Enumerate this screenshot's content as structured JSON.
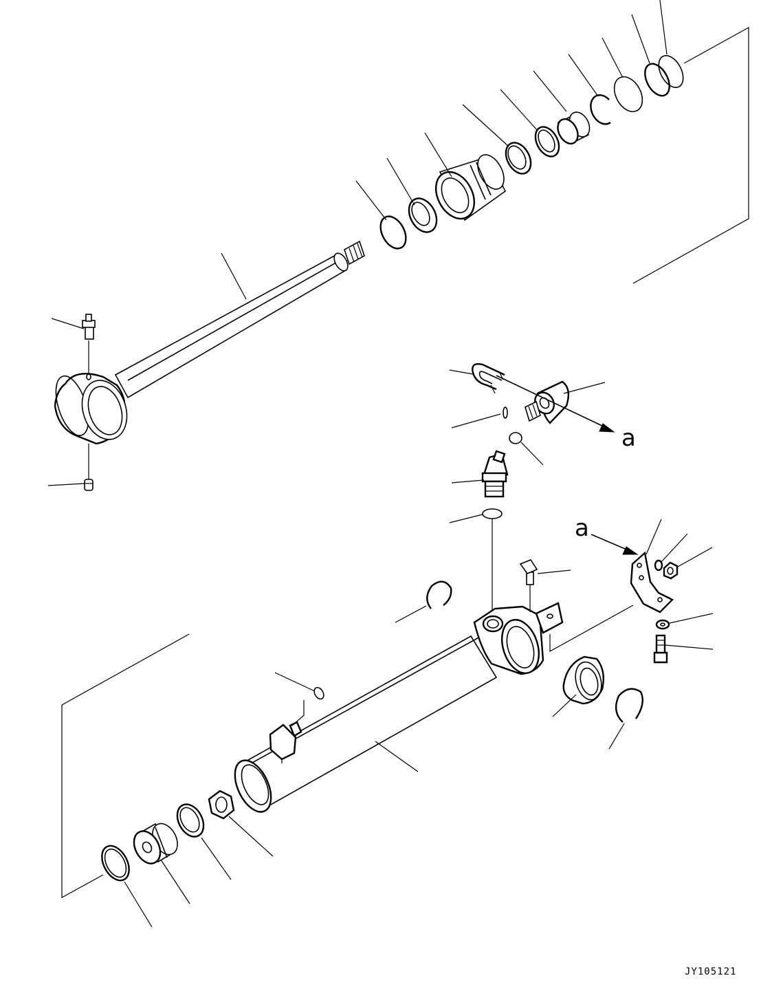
{
  "diagram": {
    "callout_labels": [
      "a",
      "a"
    ],
    "drawing_code": "JY105121",
    "line_color": "#000000",
    "background_color": "#ffffff"
  }
}
